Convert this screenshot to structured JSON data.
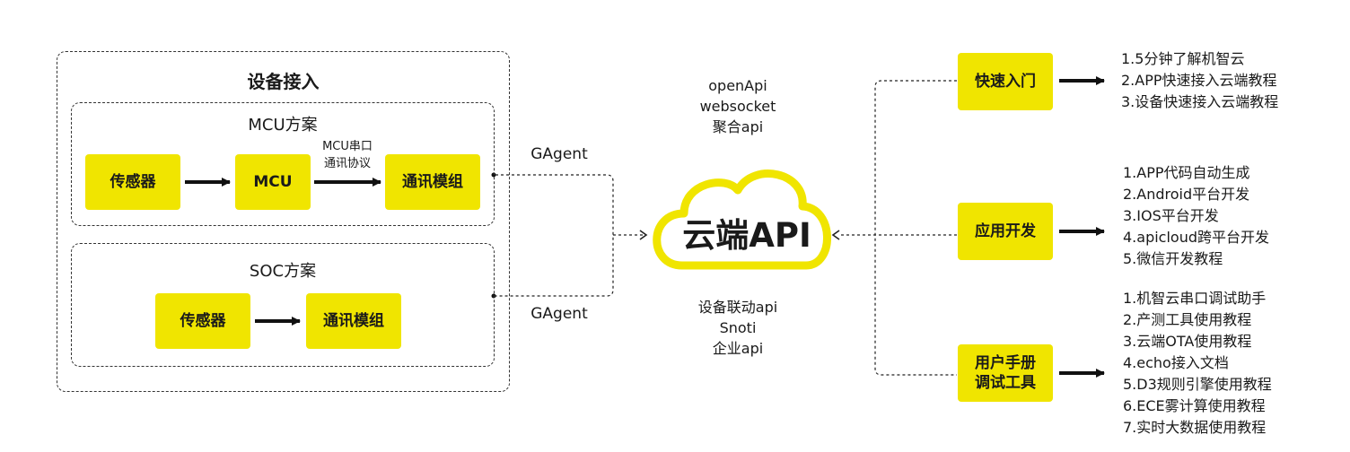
{
  "device_access": {
    "title": "设备接入",
    "mcu": {
      "title": "MCU方案",
      "sensor": "传感器",
      "mcu": "MCU",
      "serial_label_1": "MCU串口",
      "serial_label_2": "通讯协议",
      "module": "通讯模组"
    },
    "soc": {
      "title": "SOC方案",
      "sensor": "传感器",
      "module": "通讯模组"
    },
    "gagent_top": "GAgent",
    "gagent_bottom": "GAgent"
  },
  "cloud": {
    "label": "云端API",
    "top_lines": [
      "openApi",
      "websocket",
      "聚合api"
    ],
    "bottom_lines": [
      "设备联动api",
      "Snoti",
      "企业api"
    ]
  },
  "right": {
    "quick_start": {
      "label": "快速入门",
      "items": [
        "1.5分钟了解机智云",
        "2.APP快速接入云端教程",
        "3.设备快速接入云端教程"
      ]
    },
    "app_dev": {
      "label": "应用开发",
      "items": [
        "1.APP代码自动生成",
        "2.Android平台开发",
        "3.IOS平台开发",
        "4.apicloud跨平台开发",
        "5.微信开发教程"
      ]
    },
    "manual": {
      "label_1": "用户手册",
      "label_2": "调试工具",
      "items": [
        "1.机智云串口调试助手",
        "2.产测工具使用教程",
        "3.云端OTA使用教程",
        "4.echo接入文档",
        "5.D3规则引擎使用教程",
        "6.ECE雾计算使用教程",
        "7.实时大数据使用教程"
      ]
    }
  },
  "colors": {
    "accent": "#f0e500",
    "text": "#1a1a1a",
    "line": "#333333"
  }
}
